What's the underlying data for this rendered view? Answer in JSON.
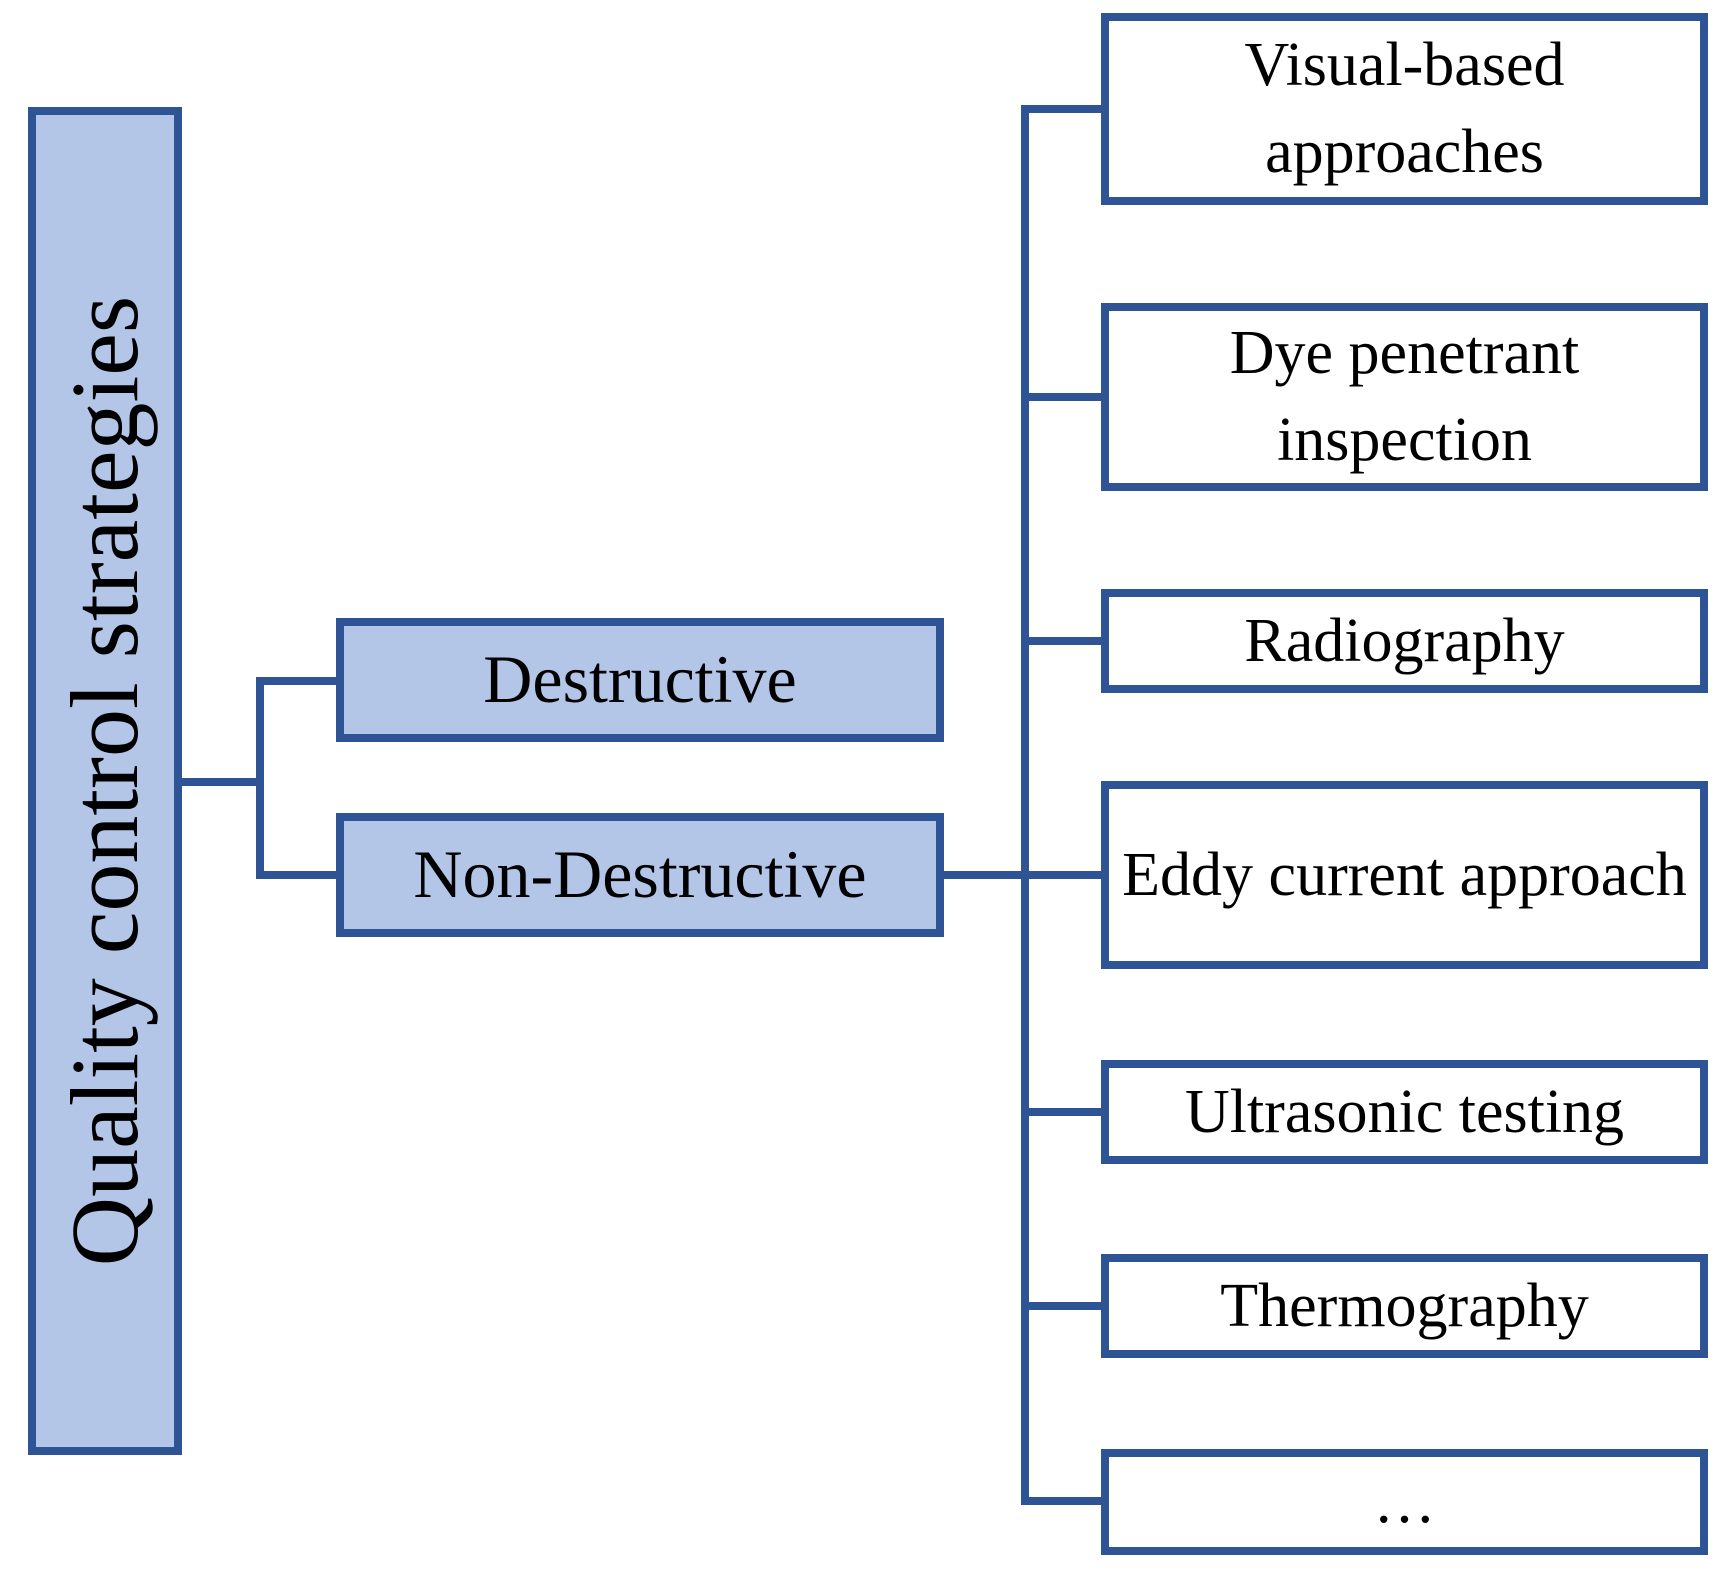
{
  "figure": {
    "root": {
      "label": "Quality control strategies"
    },
    "branches": [
      {
        "label": "Destructive"
      },
      {
        "label": "Non-Destructive"
      }
    ],
    "ndt_methods": [
      {
        "label": "Visual-based approaches"
      },
      {
        "label": "Dye penetrant inspection"
      },
      {
        "label": "Radiography"
      },
      {
        "label": "Eddy current approach"
      },
      {
        "label": "Ultrasonic testing"
      },
      {
        "label": "Thermography"
      },
      {
        "label": "…"
      }
    ],
    "colors": {
      "background": "#ffffff",
      "node_fill": "#b4c6e7",
      "leaf_fill": "#ffffff",
      "node_border": "#2f5496",
      "connector": "#2f5496",
      "text": "#000000"
    }
  }
}
